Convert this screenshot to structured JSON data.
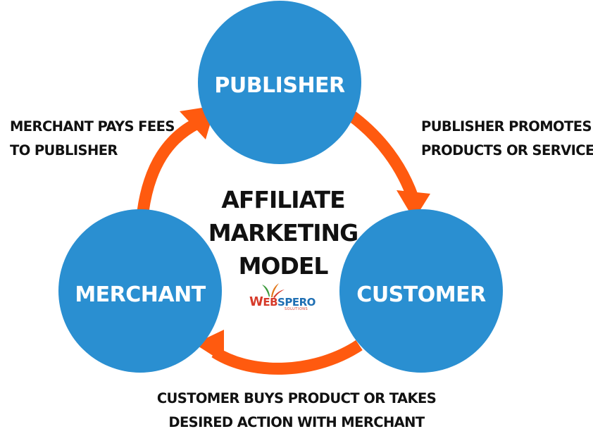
{
  "nodes": {
    "publisher": {
      "label": "PUBLISHER"
    },
    "customer": {
      "label": "CUSTOMER"
    },
    "merchant": {
      "label": "MERCHANT"
    }
  },
  "title": {
    "line1": "AFFILIATE",
    "line2": "MARKETING",
    "line3": "MODEL"
  },
  "edges": {
    "merchant_to_publisher": {
      "line1": "MERCHANT PAYS FEES",
      "line2": "TO PUBLISHER"
    },
    "publisher_to_customer": {
      "line1": "PUBLISHER PROMOTES",
      "line2": "PRODUCTS OR SERVICES"
    },
    "customer_to_merchant": {
      "line1": "CUSTOMER BUYS PRODUCT OR TAKES",
      "line2": "DESIRED ACTION WITH MERCHANT"
    }
  },
  "logo": {
    "initial": "W",
    "part1": "EB",
    "part2": "SPERO",
    "tagline": "SOLUTIONS"
  },
  "colors": {
    "circle": "#2a8fd1",
    "arrow": "#ff5a0f",
    "text": "#111111",
    "logo_red": "#d63a2a",
    "logo_blue": "#1f6fb3",
    "logo_green": "#3a9a3a"
  }
}
